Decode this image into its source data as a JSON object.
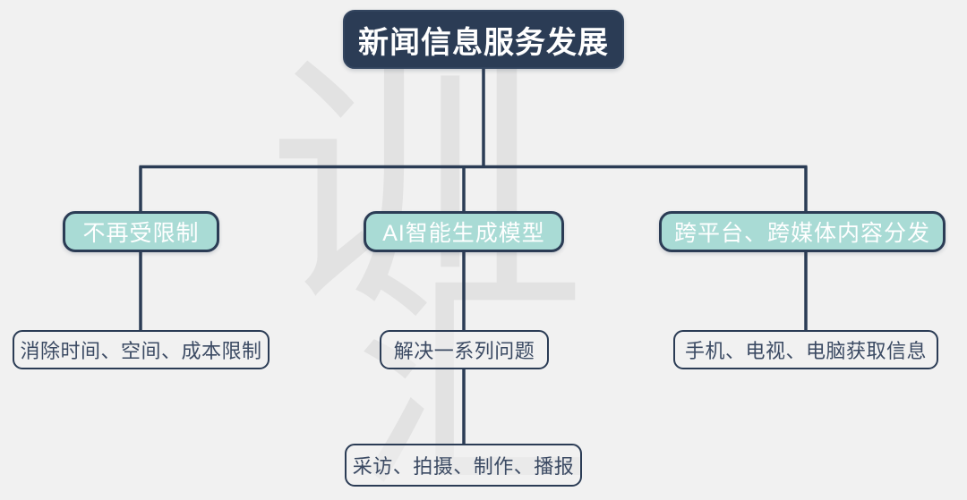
{
  "diagram": {
    "title": "新闻信息服务发展",
    "background_color": "#f1f1f1",
    "root_fill": "#2b3c55",
    "branch_fill": "#a9dbd5",
    "branch_border": "#2b3c55",
    "leaf_border": "#2b3c55",
    "leaf_text_color": "#3b4a63",
    "line_color": "#2b3c55",
    "watermark_color": "#e2e2e2",
    "watermark": {
      "top_char": "训",
      "bottom_char": "汇"
    },
    "root": {
      "label": "新闻信息服务发展"
    },
    "branches": [
      {
        "label": "不再受限制",
        "children": [
          {
            "label": "消除时间、空间、成本限制"
          }
        ]
      },
      {
        "label": "AI智能生成模型",
        "children": [
          {
            "label": "解决一系列问题"
          },
          {
            "label": "采访、拍摄、制作、播报"
          }
        ]
      },
      {
        "label": "跨平台、跨媒体内容分发",
        "children": [
          {
            "label": "手机、电视、电脑获取信息"
          }
        ]
      }
    ]
  }
}
